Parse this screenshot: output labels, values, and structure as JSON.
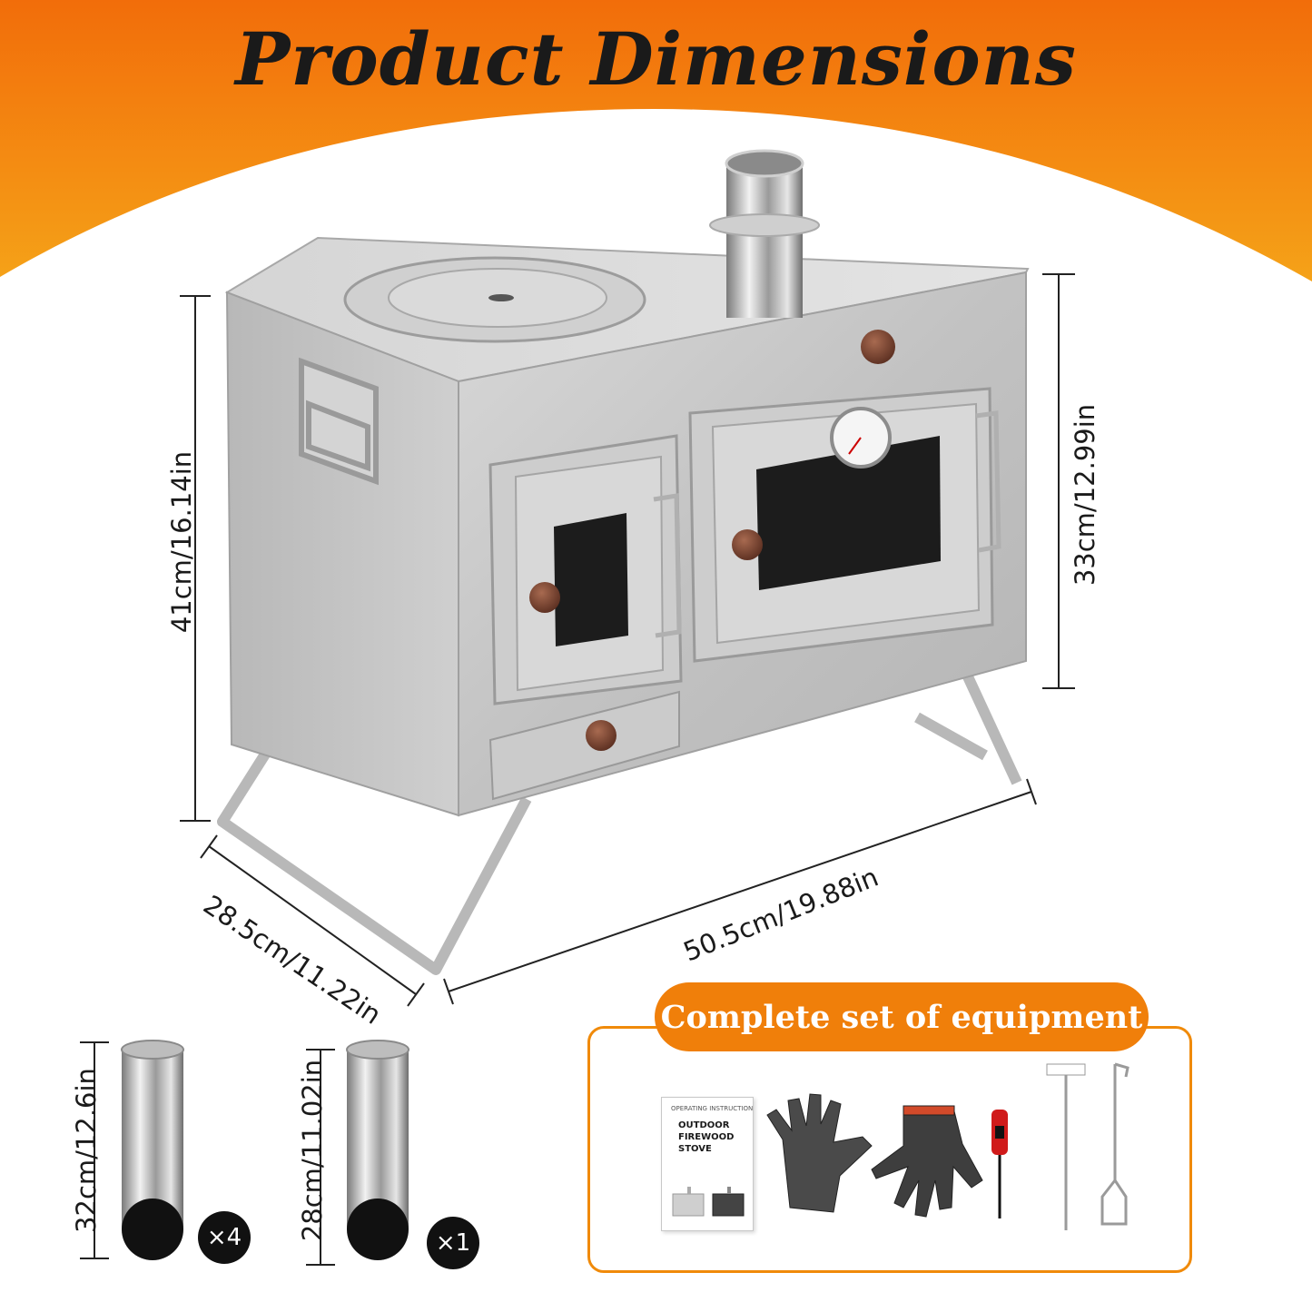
{
  "title": "Product Dimensions",
  "dimensions": {
    "height_total": "41cm/16.14in",
    "height_body": "33cm/12.99in",
    "depth": "28.5cm/11.22in",
    "width": "50.5cm/19.88in"
  },
  "pipes": [
    {
      "length": "32cm/12.6in",
      "quantity": "×4"
    },
    {
      "length": "28cm/11.02in",
      "quantity": "×1"
    }
  ],
  "equipment": {
    "heading": "Complete set of equipment",
    "manual_header": "OPERATING INSTRUCTION",
    "manual_title": "OUTDOOR FIREWOOD STOVE",
    "items": [
      "manual-icon",
      "glove-icon",
      "glove-icon",
      "screwdriver-icon",
      "thermometer-probe-icon",
      "hook-poker-icon"
    ]
  },
  "colors": {
    "accent_orange": "#f07f0a",
    "steel": "#c9c9c9",
    "knob_brown": "#6b3a2a"
  }
}
